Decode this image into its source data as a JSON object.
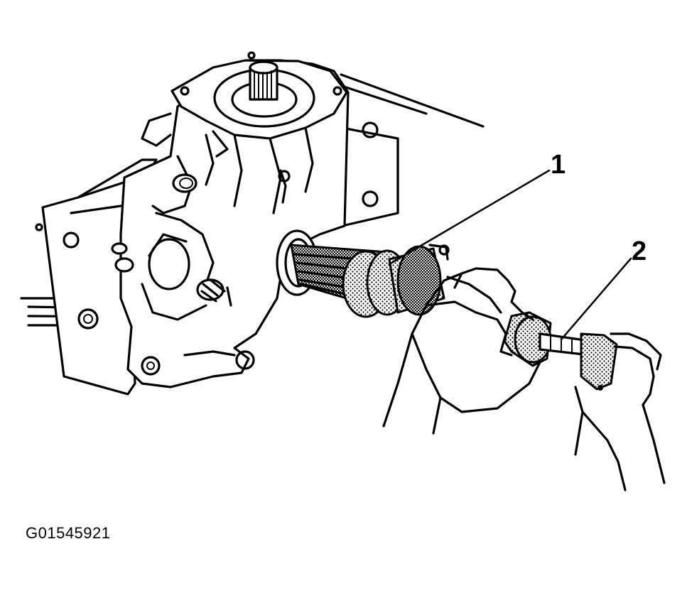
{
  "figure": {
    "id_label": "G01545921",
    "callouts": [
      {
        "number": "1"
      },
      {
        "number": "2"
      }
    ]
  },
  "colors": {
    "ink": "#000000",
    "paper": "#ffffff"
  }
}
